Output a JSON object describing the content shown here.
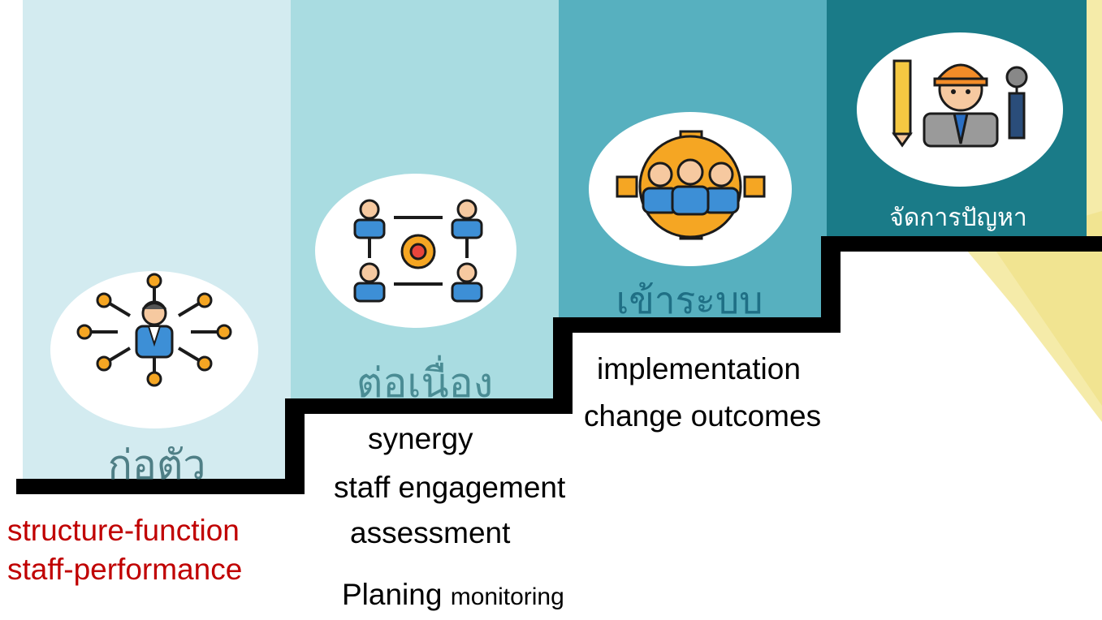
{
  "steps": [
    {
      "label": "ก่อตัว",
      "icon": "network-person-icon"
    },
    {
      "label": "ต่อเนื่อง",
      "icon": "team-gear-network-icon"
    },
    {
      "label": "เข้าระบบ",
      "icon": "team-gear-icon"
    },
    {
      "label": "จัดการปัญหา",
      "icon": "engineer-tools-icon"
    }
  ],
  "descriptions": {
    "step1": [
      "structure-function",
      "staff-performance"
    ],
    "step2": [
      "synergy",
      "staff engagement",
      "assessment"
    ],
    "step2_footer": {
      "word1": "Planing",
      "word2": "monitoring"
    },
    "step3": [
      "implementation",
      "change outcomes"
    ]
  },
  "colors": {
    "step1": "#d3ebf0",
    "step2": "#a9dce1",
    "step3": "#57b0bf",
    "step4": "#1a7b88",
    "accent_red": "#c00000",
    "yellow_deco": "#f5e27a"
  }
}
